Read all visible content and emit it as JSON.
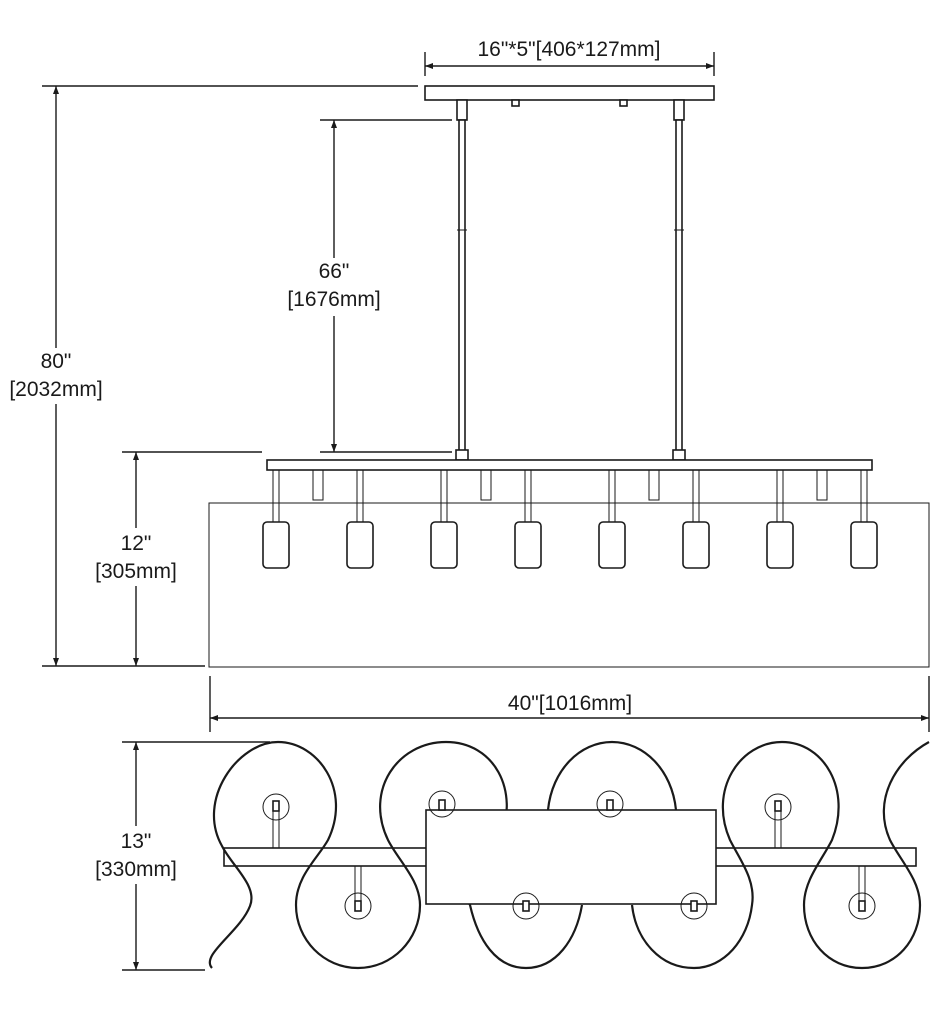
{
  "dimensions": {
    "canopy": "16\"*5\"[406*127mm]",
    "overall_height_in": "80\"",
    "overall_height_mm": "[2032mm]",
    "rod_length_in": "66\"",
    "rod_length_mm": "[1676mm]",
    "body_height_in": "12\"",
    "body_height_mm": "[305mm]",
    "width": "40\"[1016mm]",
    "depth_in": "13\"",
    "depth_mm": "[330mm]"
  }
}
